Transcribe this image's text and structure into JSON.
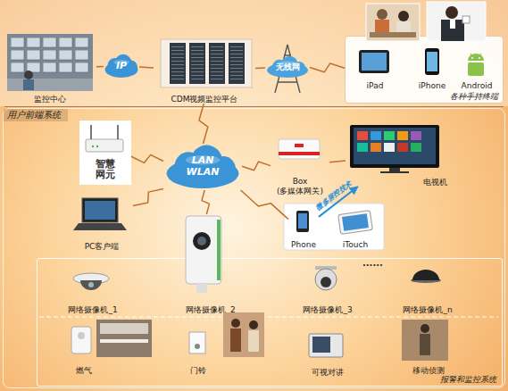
{
  "diagram": {
    "nodes": [
      {
        "text": [
          "监控中心"
        ]
      },
      {
        "text": [
          "IP"
        ]
      },
      {
        "text": [
          "CDM视频监控平台"
        ]
      },
      {
        "text": [
          "无线网"
        ]
      },
      {
        "text": [
          "各种手持终端"
        ]
      },
      {
        "text": [
          "iPad"
        ],
        "in": 4
      },
      {
        "text": [
          "iPhone"
        ],
        "in": 4
      },
      {
        "text": [
          "Android"
        ],
        "in": 4
      },
      {
        "text": [
          "用户前端系统"
        ]
      },
      {
        "text": [
          "智慧 网元"
        ],
        "in": 8
      },
      {
        "text": [
          "LAN WLAN"
        ],
        "in": 8
      },
      {
        "text": [
          "Box (多媒体网关)"
        ],
        "in": 8
      },
      {
        "text": [
          "电视机"
        ],
        "in": 8
      },
      {
        "text": [
          "PC客户端"
        ],
        "in": 8
      },
      {
        "text": [
          "Phone"
        ],
        "in": 8
      },
      {
        "text": [
          "iTouch"
        ],
        "in": 8
      },
      {
        "text": [
          "报警和监控系统"
        ],
        "in": 8
      },
      {
        "text": [
          "网络摄像机_1"
        ],
        "in": 16
      },
      {
        "text": [
          "网络摄像机_2"
        ],
        "in": 16
      },
      {
        "text": [
          "网络摄像机_3"
        ],
        "in": 16
      },
      {
        "text": [
          "网络摄像机_n"
        ],
        "in": 16
      },
      {
        "text": [
          "燃气"
        ],
        "in": 16
      },
      {
        "text": [
          "门铃"
        ],
        "in": 16
      },
      {
        "text": [
          "可视对讲"
        ],
        "in": 16
      },
      {
        "text": [
          "移动侦测"
        ],
        "in": 16
      }
    ],
    "edges": [
      {
        "from": 0,
        "to": 1,
        "arrow": "none"
      },
      {
        "from": 1,
        "to": 2,
        "arrow": "none"
      },
      {
        "from": 2,
        "to": 3,
        "arrow": "none"
      },
      {
        "from": 3,
        "to": 4,
        "arrow": "none"
      },
      {
        "from": 2,
        "to": 10,
        "arrow": "none"
      },
      {
        "from": 10,
        "to": 9,
        "arrow": "none"
      },
      {
        "from": 10,
        "to": 11,
        "arrow": "none"
      },
      {
        "from": 10,
        "to": 13,
        "arrow": "none"
      },
      {
        "from": 10,
        "to": 14,
        "arrow": "none"
      },
      {
        "from": 10,
        "to": 18,
        "arrow": "none"
      },
      {
        "from": 11,
        "to": 12,
        "arrow": "none"
      },
      {
        "from": 14,
        "to": 12,
        "label": "微多屏控技术",
        "arrow": "to"
      }
    ],
    "labels": [
      "......"
    ]
  }
}
